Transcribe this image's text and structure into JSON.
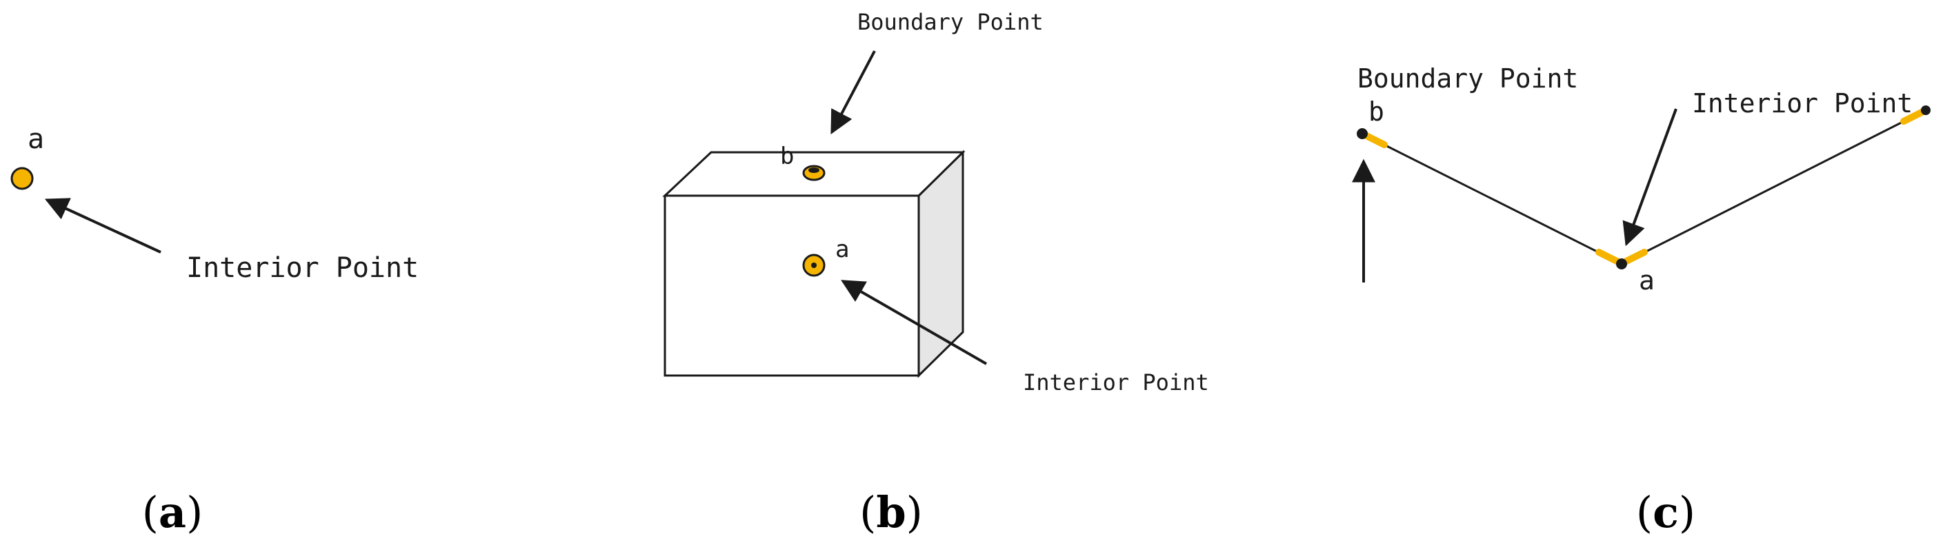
{
  "colors": {
    "point_fill": "#F5B400",
    "stroke": "#1a1a1a",
    "side_face": "#E6E6E6",
    "highlight": "#F5B400"
  },
  "panel_a": {
    "point_label": "a",
    "annotation": "Interior Point",
    "caption_letter": "a"
  },
  "panel_b": {
    "boundary_label": "Boundary Point",
    "interior_label": "Interior Point",
    "point_b_label": "b",
    "point_a_label": "a",
    "caption_letter": "b"
  },
  "panel_c": {
    "boundary_label": "Boundary Point",
    "interior_label": "Interior Point",
    "point_b_label": "b",
    "point_a_label": "a",
    "caption_letter": "c"
  },
  "caption_parens": {
    "open": "(",
    "close": ")"
  }
}
